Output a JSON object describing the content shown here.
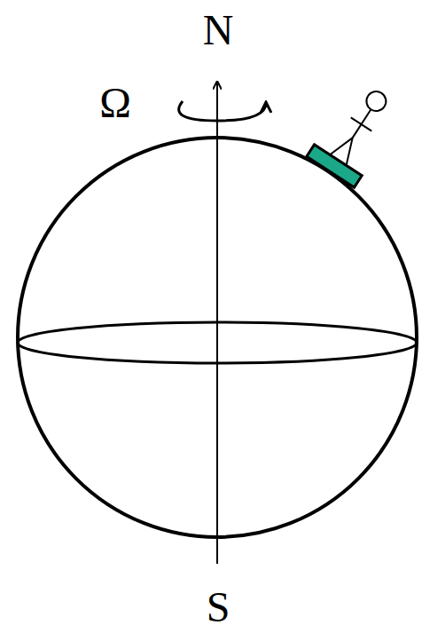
{
  "diagram": {
    "labels": [
      "N",
      "Ω",
      "S"
    ]
  }
}
